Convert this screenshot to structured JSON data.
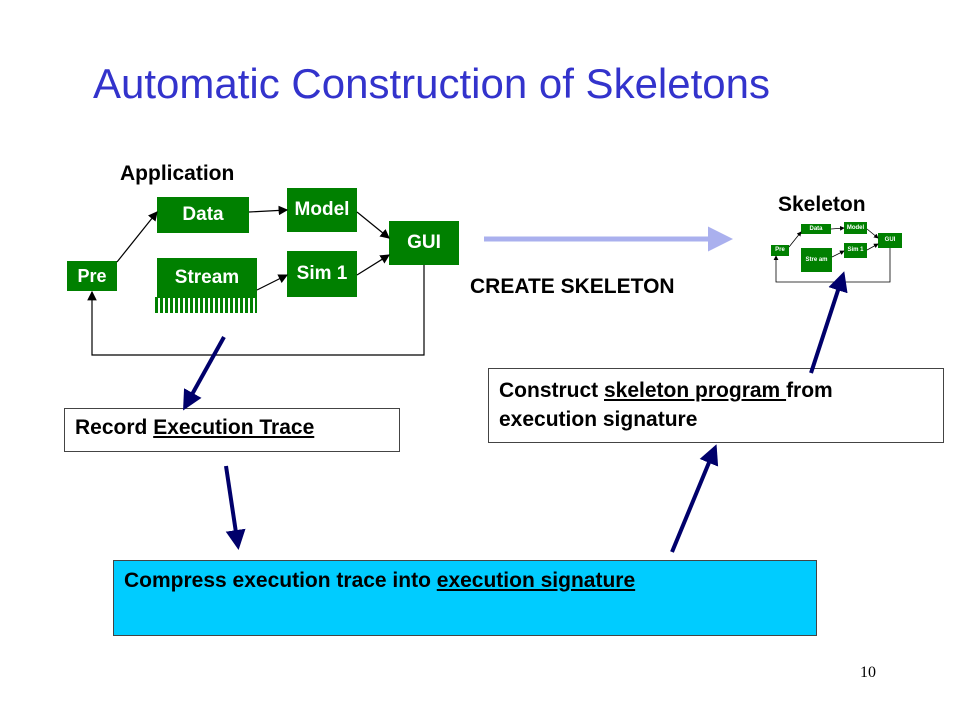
{
  "slide": {
    "title": "Automatic Construction of Skeletons",
    "page_number": "10"
  },
  "application": {
    "label": "Application",
    "nodes": {
      "pre": "Pre",
      "data": "Data",
      "stream": "Stream",
      "model": "Model",
      "sim1": "Sim 1",
      "gui": "GUI"
    }
  },
  "skeleton": {
    "label": "Skeleton",
    "nodes": {
      "pre": "Pre",
      "data": "Data",
      "stream": "Stre am",
      "model": "Model",
      "sim1": "Sim 1",
      "gui": "GUI"
    }
  },
  "create_label": "CREATE SKELETON",
  "boxes": {
    "record": {
      "prefix": "Record ",
      "underlined": "Execution Trace"
    },
    "construct": {
      "prefix": "Construct ",
      "underlined": "skeleton program ",
      "suffix": "from execution signature"
    },
    "compress": {
      "prefix": "Compress execution trace into ",
      "underlined": "execution signature"
    }
  },
  "colors": {
    "title": "#3333cc",
    "node_fill": "#008000",
    "compress_box": "#00ccff",
    "flow_arrow": "#00006b",
    "create_arrow": "#aab0ee"
  }
}
